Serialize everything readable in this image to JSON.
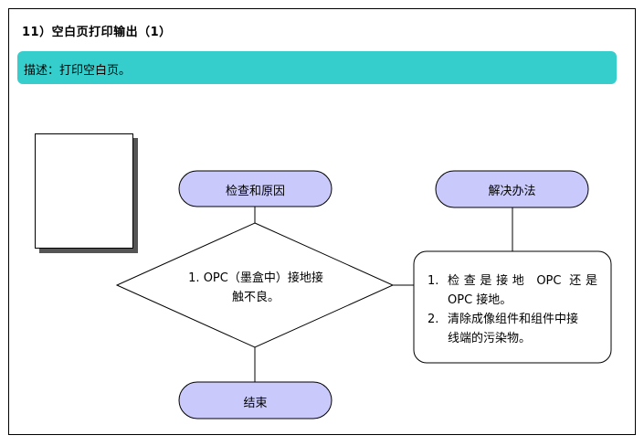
{
  "header": {
    "title": "11）空白页打印输出（1）"
  },
  "description": {
    "text": "描述：打印空白页。"
  },
  "flowchart": {
    "check_cause_label": "检查和原因",
    "solution_label": "解决办法",
    "end_label": "结束",
    "cause": {
      "line1": "1. OPC（墨盒中）接地接",
      "line2": "触不良。"
    },
    "solutions": [
      {
        "num": "1.",
        "line1": "检查是接地 OPC 还是",
        "line2": "OPC 接地。"
      },
      {
        "num": "2.",
        "line1": "清除成像组件和组件中接",
        "line2": "线端的污染物。"
      }
    ]
  },
  "colors": {
    "description_bar": "#36cecc",
    "terminal_fill": "#c9c9fb"
  }
}
